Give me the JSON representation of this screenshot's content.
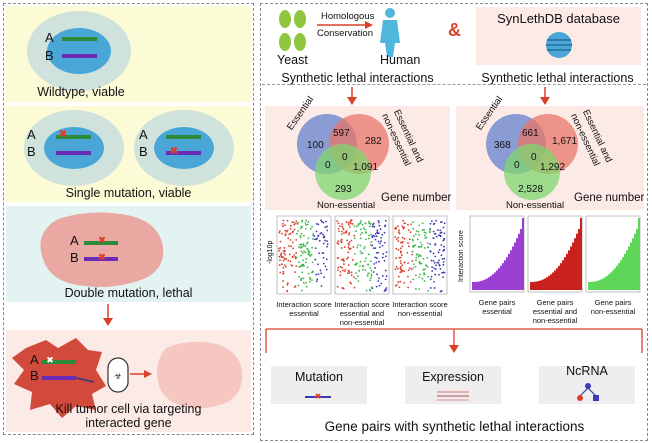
{
  "left": {
    "wildtype_caption": "Wildtype, viable",
    "single_caption": "Single mutation, viable",
    "double_caption": "Double mutation, lethal",
    "kill_caption_line1": "Kill tumor cell via targeting",
    "kill_caption_line2": "interacted gene",
    "gene_a": "A",
    "gene_b": "B"
  },
  "top": {
    "yeast": "Yeast",
    "human": "Human",
    "homologous": "Homologous",
    "conservation": "Conservation",
    "ampersand": "&",
    "database": "SynLethDB database",
    "sl_left": "Synthetic lethal interactions",
    "sl_right": "Synthetic lethal interactions"
  },
  "venn_left": {
    "essential": "Essential",
    "essential_non_1": "Essential and",
    "essential_non_2": "non-essential",
    "non_essential": "Non-essential",
    "v100": "100",
    "v597": "597",
    "v282": "282",
    "v0a": "0",
    "v0b": "0",
    "v1091": "1,091",
    "v293": "293",
    "gene_number": "Gene number"
  },
  "venn_right": {
    "essential": "Essential",
    "essential_non_1": "Essential and",
    "essential_non_2": "non-essential",
    "non_essential": "Non-essential",
    "v368": "368",
    "v661": "661",
    "v1671": "1,671",
    "v0a": "0",
    "v0b": "0",
    "v1292": "1,292",
    "v2528": "2,528",
    "gene_number": "Gene number"
  },
  "plots_left": {
    "ylabel": "-log10p",
    "cap1_l1": "Interaction score",
    "cap1_l2": "essential",
    "cap2_l1": "Interaction score",
    "cap2_l2": "essential and",
    "cap2_l3": "non-essential",
    "cap3_l1": "Interaction score",
    "cap3_l2": "non-essential"
  },
  "plots_right": {
    "ylabel": "Interaction score",
    "cap1_l1": "Gene pairs",
    "cap1_l2": "essential",
    "cap2_l1": "Gene pairs",
    "cap2_l2": "essential and",
    "cap2_l3": "non-essential",
    "cap3_l1": "Gene pairs",
    "cap3_l2": "non-essential"
  },
  "bottom": {
    "mutation": "Mutation",
    "expression": "Expression",
    "ncrna": "NcRNA",
    "caption": "Gene pairs with synthetic lethal interactions"
  },
  "colors": {
    "accent_red": "#d9412b",
    "green_gene": "#2d8a3a",
    "purple_gene": "#6b2bb5",
    "cell_blue": "#48a8d8",
    "panel_yellow": "#fbfbd6",
    "panel_cyan": "#e3f3f1",
    "panel_pink": "#fbeae6"
  }
}
